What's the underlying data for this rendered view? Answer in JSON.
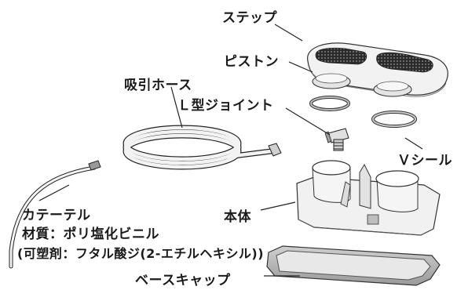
{
  "labels": {
    "step": "ステップ",
    "piston": "ピストン",
    "suction_hose": "吸引ホース",
    "l_joint": "Ｌ型ジョイント",
    "v_seal": "Ｖシール",
    "catheter": "カテーテル",
    "material": "材質：ポリ塩化ビニル",
    "plasticizer": "(可塑剤：フタル酸ジ(2-エチルヘキシル))",
    "body": "本体",
    "base_cap": "ベースキャップ"
  }
}
